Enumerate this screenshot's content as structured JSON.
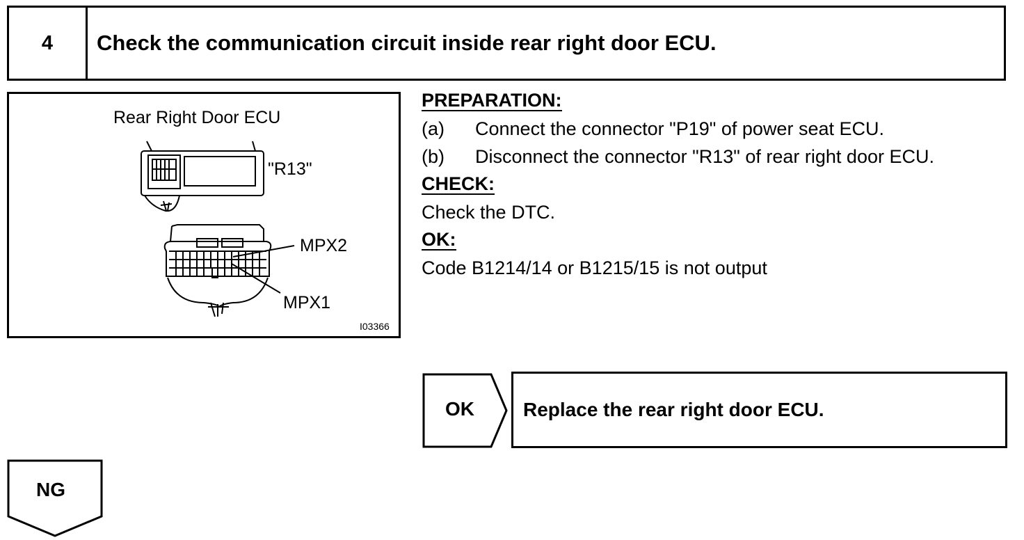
{
  "step": {
    "number": "4",
    "title": "Check the communication circuit inside rear right door ECU."
  },
  "figure": {
    "title": "Rear Right Door ECU",
    "connector_label": "\"R13\"",
    "terminal_labels": [
      "MPX2",
      "MPX1"
    ],
    "figure_id": "I03366"
  },
  "procedure": {
    "preparation_heading": "PREPARATION:",
    "preparation_steps": [
      {
        "letter": "(a)",
        "text": "Connect the connector \"P19\" of power seat ECU."
      },
      {
        "letter": "(b)",
        "text": "Disconnect the connector \"R13\" of rear right door ECU."
      }
    ],
    "check_heading": "CHECK:",
    "check_text": "Check the DTC.",
    "ok_heading": "OK:",
    "ok_text": "Code B1214/14 or B1215/15 is not output"
  },
  "results": {
    "ok": {
      "label": "OK",
      "action": "Replace the rear right door ECU."
    },
    "ng": {
      "label": "NG"
    }
  }
}
